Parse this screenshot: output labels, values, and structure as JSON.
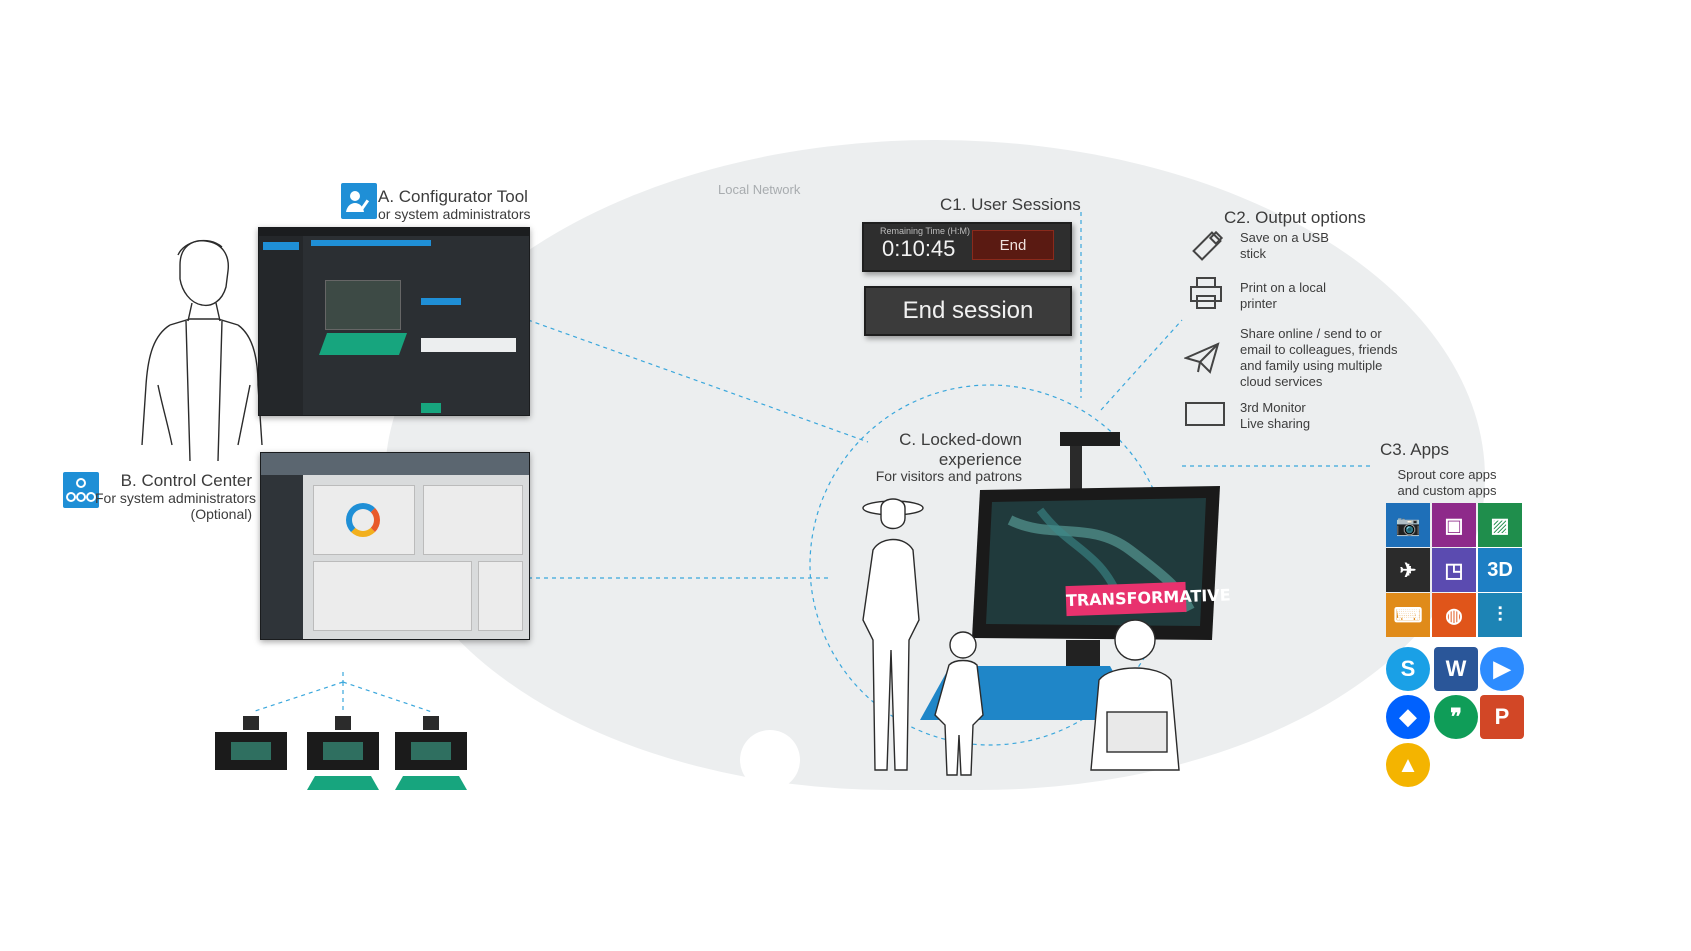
{
  "network": {
    "label": "Local Network"
  },
  "configurator": {
    "title": "A. Configurator  Tool",
    "subtitle": "or system administrators"
  },
  "control_center": {
    "title": "B. Control Center",
    "subtitle": "For system administrators",
    "note": "(Optional)"
  },
  "sessions": {
    "title": "C1. User Sessions",
    "remaining_label": "Remaining Time (H:M)",
    "remaining_value": "0:10:45",
    "end_label": "End",
    "end_session_label": "End session"
  },
  "output": {
    "title": "C2. Output options",
    "items": [
      {
        "icon": "usb-stick-icon",
        "lines": [
          "Save on a USB",
          "stick"
        ]
      },
      {
        "icon": "printer-icon",
        "lines": [
          "Print on a local",
          "printer"
        ]
      },
      {
        "icon": "paper-plane-icon",
        "lines": [
          "Share online / send to or",
          "email to colleagues, friends",
          "and family using multiple",
          "cloud services"
        ]
      },
      {
        "icon": "monitor-icon",
        "lines": [
          "3rd Monitor",
          "Live sharing"
        ]
      }
    ]
  },
  "locked": {
    "title": "C. Locked-down",
    "title2": "experience",
    "subtitle": "For visitors and patrons"
  },
  "banner": {
    "text": "TRANSFORMATIVE"
  },
  "apps": {
    "title": "C3. Apps",
    "subtitle1": "Sprout core apps",
    "subtitle2": "and custom apps",
    "tiles": [
      {
        "name": "camera-app-icon",
        "color": "#1e6fb8",
        "glyph": "📷"
      },
      {
        "name": "present-app-icon",
        "color": "#8e2a8a",
        "glyph": "▣"
      },
      {
        "name": "gallery-app-icon",
        "color": "#1f8e4c",
        "glyph": "▨"
      },
      {
        "name": "rocket-app-icon",
        "color": "#2b2b2b",
        "glyph": "✈"
      },
      {
        "name": "stage-app-icon",
        "color": "#5b4bb0",
        "glyph": "◳"
      },
      {
        "name": "capture3d-app-icon",
        "color": "#1d7fc4",
        "glyph": "3D"
      },
      {
        "name": "keyboard-app-icon",
        "color": "#e08b1a",
        "glyph": "⌨"
      },
      {
        "name": "planet-app-icon",
        "color": "#e0551a",
        "glyph": "◍"
      },
      {
        "name": "mixer-app-icon",
        "color": "#1d84b5",
        "glyph": "⫶"
      }
    ],
    "logos": [
      {
        "name": "skype-icon",
        "color": "#1aa0e6",
        "glyph": "S"
      },
      {
        "name": "word-icon",
        "color": "#2a5699",
        "glyph": "W"
      },
      {
        "name": "zoom-icon",
        "color": "#2d8cff",
        "glyph": "▶"
      },
      {
        "name": "dropbox-icon",
        "color": "#0061fe",
        "glyph": "◆"
      },
      {
        "name": "hangouts-icon",
        "color": "#0f9d58",
        "glyph": "❞"
      },
      {
        "name": "powerpoint-icon",
        "color": "#d24726",
        "glyph": "P"
      },
      {
        "name": "drive-icon",
        "color": "#f4b400",
        "glyph": "▲"
      }
    ]
  },
  "colors": {
    "accent": "#1f8fd6",
    "cloud": "#eceeef",
    "dashed": "#3aa7dc",
    "banner": "#e8326e"
  }
}
